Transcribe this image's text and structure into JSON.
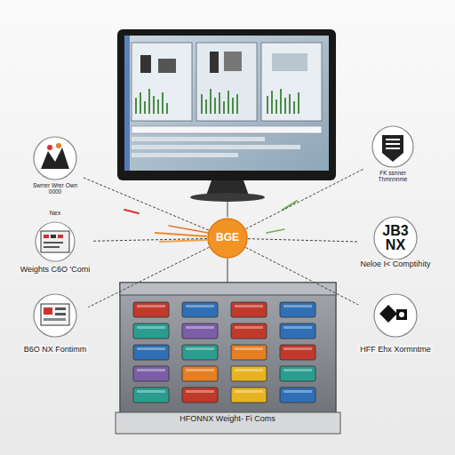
{
  "diagram": {
    "nodes": [
      {
        "text": [
          "BGE"
        ]
      },
      {
        "text": [
          "Swrrer Wrer Own 0000"
        ]
      },
      {
        "text": [
          "Nex",
          "Weights C6O 'Comi"
        ]
      },
      {
        "text": [
          "B6O NX Fontimm"
        ]
      },
      {
        "text": [
          "FK ssnner Thmnnnme"
        ]
      },
      {
        "text": [
          "JB3 NX",
          "Neloe I< Comptihity"
        ]
      },
      {
        "text": [
          "HFF Ehx Xormntme"
        ]
      },
      {
        "text": [
          "HFONNX Weight- Fi Coms"
        ]
      }
    ],
    "edges": [
      {
        "from": 0,
        "to": 1,
        "arrow": "none"
      },
      {
        "from": 0,
        "to": 2,
        "arrow": "none"
      },
      {
        "from": 0,
        "to": 3,
        "arrow": "none"
      },
      {
        "from": 0,
        "to": 4,
        "arrow": "none"
      },
      {
        "from": 0,
        "to": 5,
        "arrow": "none"
      },
      {
        "from": 0,
        "to": 6,
        "arrow": "none"
      },
      {
        "from": 0,
        "to": 7,
        "arrow": "none"
      }
    ]
  }
}
